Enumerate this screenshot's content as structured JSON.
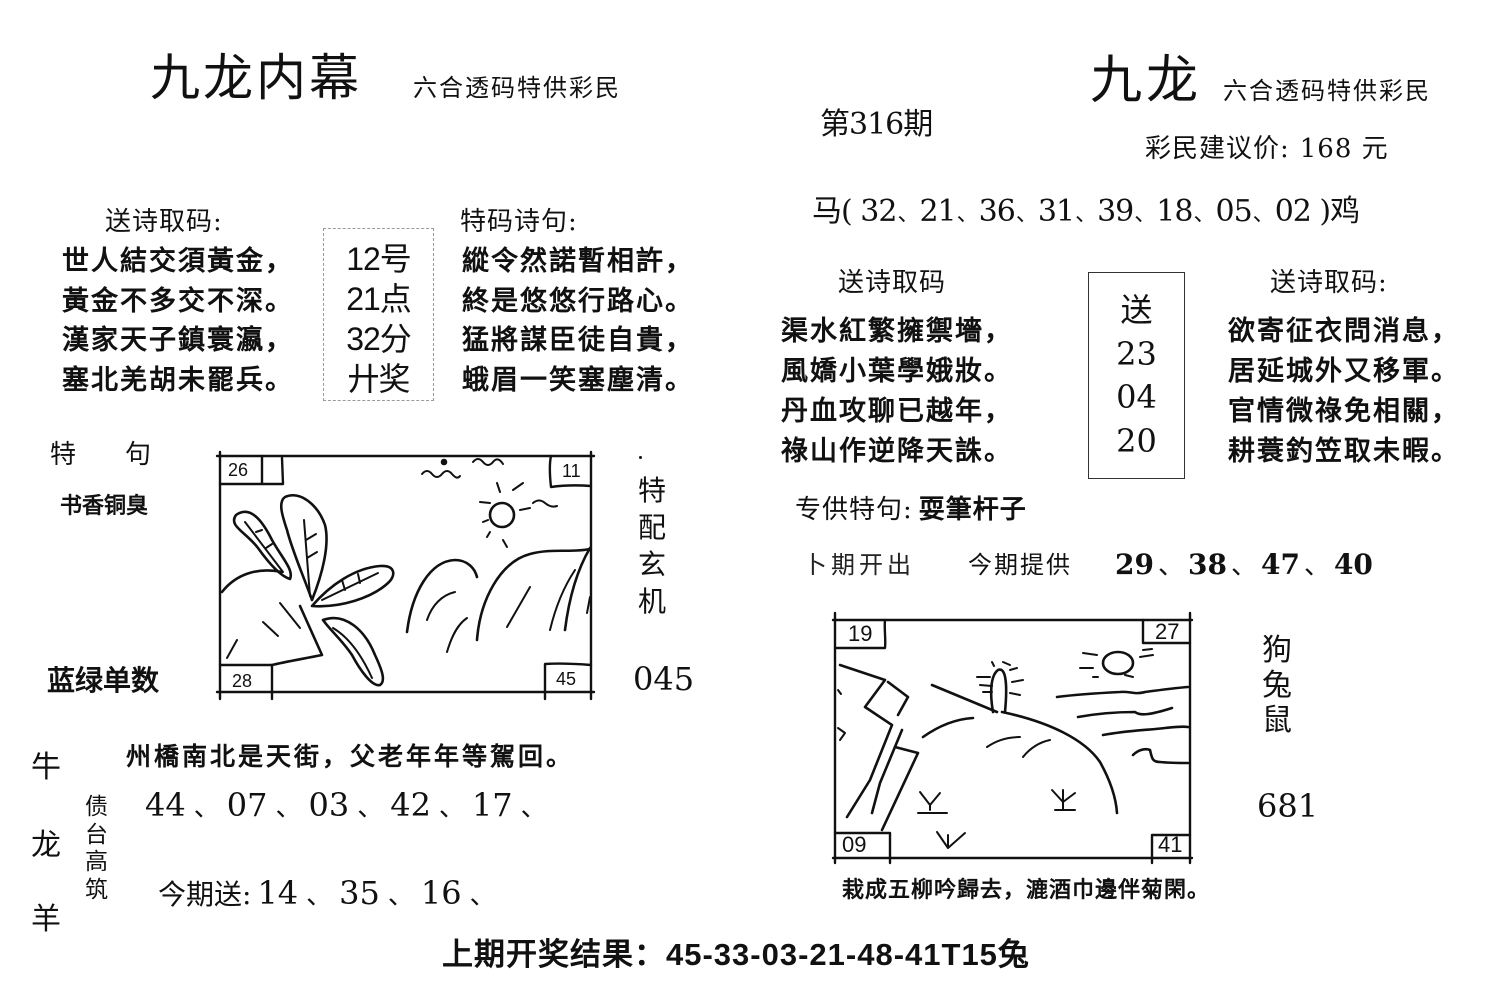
{
  "common": {
    "sep": "、"
  },
  "left": {
    "title": "九龙内幕",
    "subtitle": "六合透码特供彩民",
    "poem_gift": {
      "heading": "送诗取码:",
      "lines": [
        "世人結交須黃金，",
        "黃金不多交不深。",
        "漢家天子鎮寰瀛，",
        "塞北羌胡未罷兵。"
      ]
    },
    "center_box": {
      "lines": [
        "12号",
        "21点",
        "32分",
        "廾奖"
      ]
    },
    "poem_special": {
      "heading": "特码诗句:",
      "lines": [
        "縱令然諾暫相許，",
        "終是悠悠行路心。",
        "猛將謀臣徒自貴，",
        "蛾眉一笑塞塵清。"
      ]
    },
    "special_phrase": {
      "label_a": "特",
      "label_b": "句",
      "value": "书香铜臭"
    },
    "color_hint": "蓝绿单数",
    "picture": {
      "corners": {
        "top_left": "26",
        "top_right": "11",
        "bottom_left": "28",
        "bottom_right": "45"
      }
    },
    "side_vertical": [
      "特",
      "配",
      "玄",
      "机"
    ],
    "side_number": "045",
    "zodiac_vertical": [
      "牛",
      "龙",
      "羊"
    ],
    "idiom_vertical": [
      "债",
      "台",
      "高",
      "筑"
    ],
    "verse": "州橋南北是天街，父老年年等駕回。",
    "featured_numbers": {
      "values": [
        "44",
        "07",
        "03",
        "42",
        "17"
      ]
    },
    "this_issue_send": {
      "label": "今期送:",
      "values": [
        "14",
        "35",
        "16"
      ]
    }
  },
  "right": {
    "issue": "第316期",
    "title": "九龙",
    "subtitle": "六合透码特供彩民",
    "price": {
      "label": "彩民建议价:",
      "value": "168 元"
    },
    "horse_rooster": {
      "start": "马",
      "open": "(",
      "values": [
        "32",
        "21",
        "36",
        "31",
        "39",
        "18",
        "05",
        "02"
      ],
      "close": ")",
      "end": "鸡"
    },
    "poem_left": {
      "heading": "送诗取码",
      "lines": [
        "渠水紅繁擁禦墻，",
        "風嬌小葉學娥妝。",
        "丹血攻聊已越年，",
        "祿山作逆降天誅。"
      ]
    },
    "center_box": {
      "lines": [
        "送",
        "23",
        "04",
        "20"
      ]
    },
    "poem_right": {
      "heading": "送诗取码:",
      "lines": [
        "欲寄征衣問消息，",
        "居延城外又移軍。",
        "官情微祿免相關，",
        "耕蓑釣笠取未暇。"
      ]
    },
    "special_phrase": {
      "label": "专供特句:",
      "value": "耍筆杆子"
    },
    "last_issue_label": "卜期开出",
    "provided": {
      "label": "今期提供",
      "values": [
        "29",
        "38",
        "47",
        "40"
      ]
    },
    "picture": {
      "corners": {
        "top_left": "19",
        "top_right": "27",
        "bottom_left": "09",
        "bottom_right": "41"
      },
      "caption": "栽成五柳吟歸去，漉酒巾邊伴菊閑。"
    },
    "side_vertical": [
      "狗",
      "兔",
      "鼠"
    ],
    "side_number": "681"
  },
  "footer": {
    "label": "上期开奖结果：",
    "result": "45-33-03-21-48-41T15兔"
  }
}
